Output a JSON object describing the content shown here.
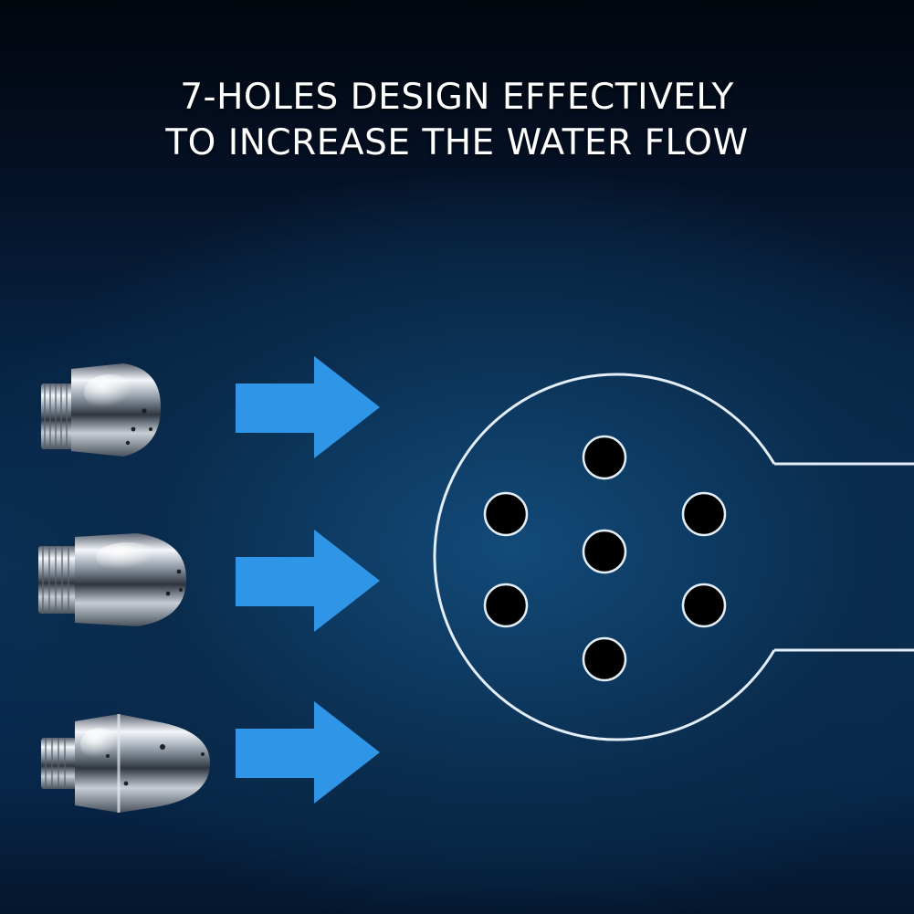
{
  "headline": {
    "line1": "7-HOLES DESIGN EFFECTIVELY",
    "line2": "TO INCREASE THE WATER FLOW"
  },
  "colors": {
    "arrow": "#2f95e6",
    "outline": "#e4eef8",
    "hole": "#000000",
    "metal_light": "#f4f7fb",
    "metal_dark": "#3b4350"
  },
  "icons": [
    "nozzle-icon",
    "arrow-right-icon",
    "shower-head-diagram"
  ],
  "nozzles": [
    {
      "style": "domed-short"
    },
    {
      "style": "bullet"
    },
    {
      "style": "tapered"
    }
  ],
  "diagram": {
    "hole_count": 7
  }
}
